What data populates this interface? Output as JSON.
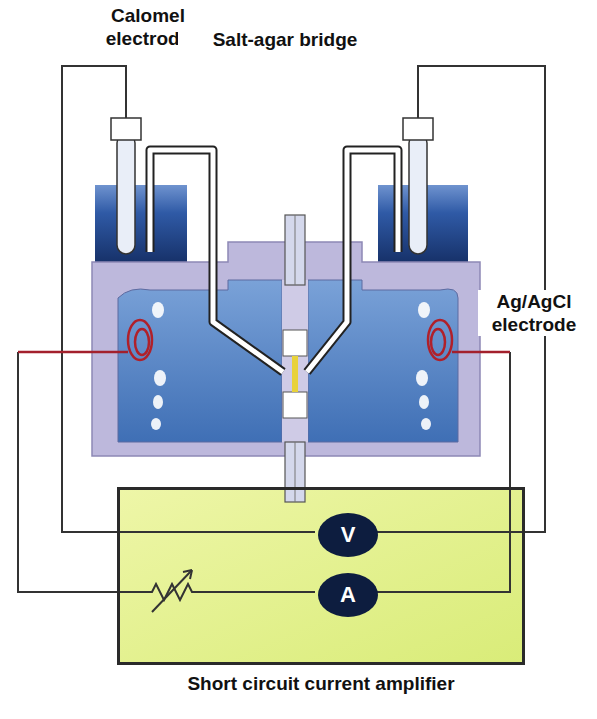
{
  "diagram": {
    "nodes": [
      {
        "text": [
          "Short circuit current amplifier"
        ]
      },
      {
        "text": [
          "V"
        ],
        "in": 0
      },
      {
        "text": [
          "A"
        ],
        "in": 0
      }
    ],
    "labels": [
      "Calomel electrode",
      "Salt-agar bridge",
      "Ag/AgCl electrode"
    ]
  }
}
